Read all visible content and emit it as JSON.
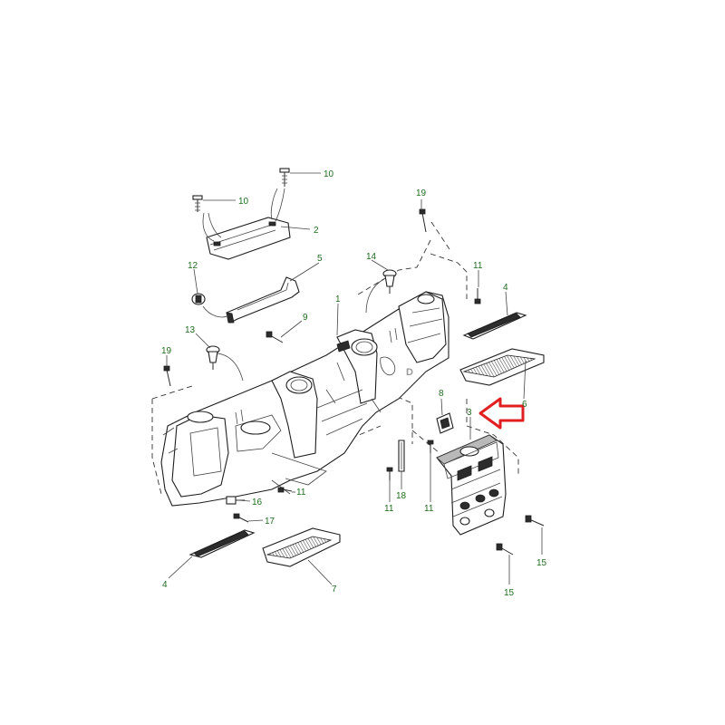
{
  "diagram": {
    "callouts": {
      "c10a": "10",
      "c10b": "10",
      "c2": "2",
      "c19a": "19",
      "c5": "5",
      "c12": "12",
      "c14": "14",
      "c11a": "11",
      "c1": "1",
      "c9": "9",
      "c4a": "4",
      "c13": "13",
      "c19b": "19",
      "c6": "6",
      "c8": "8",
      "c3": "3",
      "c16": "16",
      "c11b": "11",
      "c11c": "11",
      "c11d": "11",
      "c18": "18",
      "c17": "17",
      "c15a": "15",
      "c15b": "15",
      "c4b": "4",
      "c7": "7"
    },
    "view_label": "D",
    "colors": {
      "callout": "#1d6e1d",
      "arrow": "#e02020",
      "line": "#2a2a2a"
    }
  }
}
